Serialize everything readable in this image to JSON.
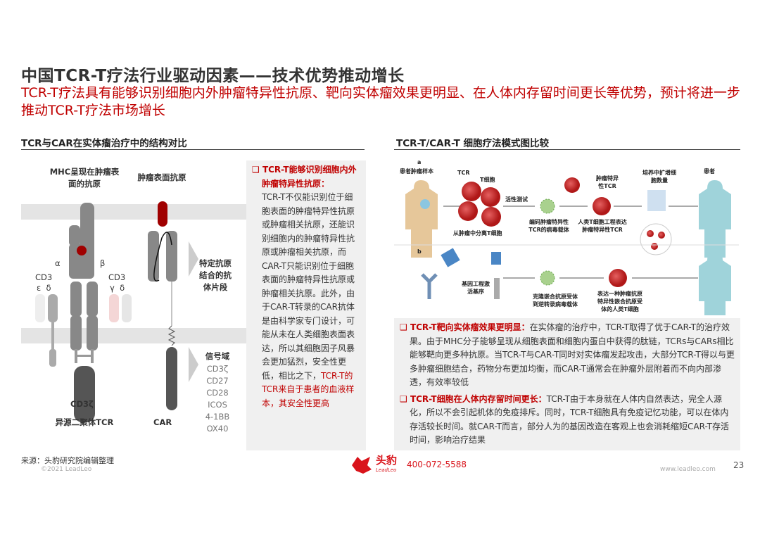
{
  "title": "中国TCR-T疗法行业驱动因素——技术优势推动增长",
  "subtitle": "TCR-T疗法具有能够识别细胞内外肿瘤特异性抗原、靶向实体瘤效果更明显、在人体内存留时间更长等优势，预计将进一步推动TCR-T疗法市场增长",
  "left": {
    "heading": "TCR与CAR在实体瘤治疗中的结构对比",
    "diagram": {
      "mhc_label": "MHC呈现在肿瘤表面的抗原",
      "tumor_antigen_label": "肿瘤表面抗原",
      "alpha": "α",
      "beta": "β",
      "cd3_left": "CD3",
      "cd3_left_sub": "ε  δ",
      "cd3_right": "CD3",
      "cd3_right_sub": "γ  δ",
      "cd3z": "CD3ζ",
      "tcr_label": "异源二聚体TCR",
      "car_label": "CAR",
      "fragment_label": "特定抗原结合的抗体片段",
      "signal_title": "信号域",
      "signal_items": [
        "CD3ζ",
        "CD27",
        "CD28",
        "ICOS",
        "4-1BB",
        "OX40"
      ]
    },
    "box": {
      "heading": "TCR-T能够识别细胞内外肿瘤特异性抗原：",
      "body": "TCR-T不仅能识别位于细胞表面的肿瘤特异性抗原或肿瘤相关抗原，还能识别细胞内的肿瘤特异性抗原或肿瘤相关抗原，而CAR-T只能识别位于细胞表面的肿瘤特异性抗原或肿瘤相关抗原。此外，由于CAR-T转录的CAR抗体是由科学家专门设计，可能从未在人类细胞表面表达，所以其细胞因子风暴会更加猛烈，安全性更低，相比之下，",
      "highlight": "TCR-T的TCR来自于患者的血液样本，其安全性更高"
    }
  },
  "right": {
    "heading": "TCR-T/CAR-T 细胞疗法模式图比较",
    "figure": {
      "a": "a",
      "b": "b",
      "patient_sample": "患者肿瘤样本",
      "tcr": "TCR",
      "tcell": "T细胞",
      "isolate": "从肿瘤中分离T细胞",
      "activity": "活性测试",
      "viral_vector": "编码肿瘤特异性TCR的病毒载体",
      "specific_tcr": "肿瘤特异性TCR",
      "engineered": "人类T细胞工程表达肿瘤特异性TCR",
      "expand": "培养中扩增细胞数量",
      "patient": "患者",
      "gene_eng": "基因工程激活基序",
      "clone": "克隆嵌合抗原受体到逆转录病毒载体",
      "express": "表达一种肿瘤抗原特异性嵌合抗原受体的人类T细胞"
    },
    "points": [
      {
        "heading": "TCR-T靶向实体瘤效果更明显：",
        "body": "在实体瘤的治疗中，TCR-T取得了优于CAR-T的治疗效果。由于MHC分子能够呈现从细胞表面和细胞内蛋白中获得的肽链，TCRs与CARs相比能够靶向更多种抗原。当TCR-T与CAR-T同时对实体瘤发起攻击，大部分TCR-T得以与更多肿瘤细胞结合，药物分布更加均衡，而CAR-T通常会在肿瘤外层附着而不向内部渗透，有效率较低"
      },
      {
        "heading": "TCR-T细胞在人体内存留时间更长：",
        "body": "TCR-T由于本身就在人体内自然表达，完全人源化，所以不会引起机体的免疫排斥。同时，TCR-T细胞具有免疫记忆功能，可以在体内存活较长时间。就CAR-T而言，部分人为的基因改造在客观上也会消耗缩短CAR-T存活时间，影响治疗结果"
      }
    ]
  },
  "footer": {
    "source": "来源：头豹研究院编辑整理",
    "copyright": "©2021 LeadLeo",
    "logo_cn": "头豹",
    "logo_en": "LeadLeo",
    "phone": "400-072-5588",
    "website": "www.leadleo.com",
    "page": "23"
  },
  "colors": {
    "accent": "#c00000",
    "box_bg": "#f0f0f0"
  }
}
